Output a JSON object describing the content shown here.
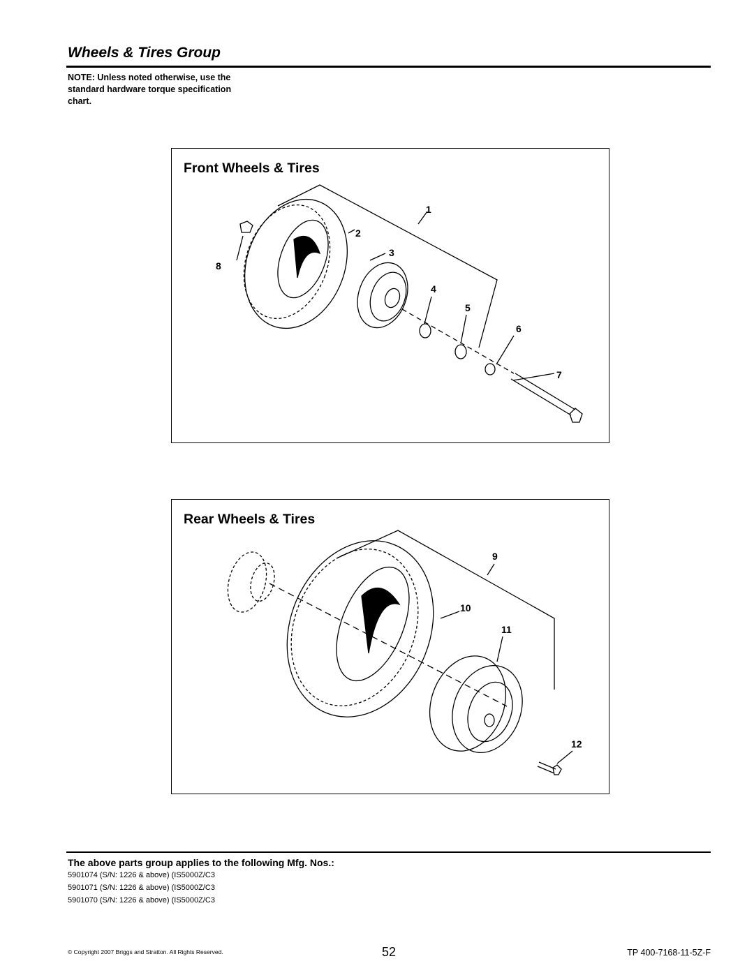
{
  "page": {
    "title": "Wheels & Tires Group",
    "note": "NOTE: Unless noted otherwise, use the standard hardware torque specification chart."
  },
  "front_panel": {
    "title": "Front Wheels & Tires",
    "callouts": [
      "1",
      "2",
      "3",
      "4",
      "5",
      "6",
      "7",
      "8"
    ]
  },
  "rear_panel": {
    "title": "Rear Wheels & Tires",
    "callouts": [
      "9",
      "10",
      "11",
      "12"
    ]
  },
  "applies": {
    "heading": "The above parts group applies to the following Mfg. Nos.:",
    "mfg_numbers": [
      "5901074 (S/N: 1226 & above) (IS5000Z/C3",
      "5901071 (S/N: 1226 & above) (IS5000Z/C3",
      "5901070 (S/N: 1226 & above) (IS5000Z/C3"
    ]
  },
  "footer": {
    "copyright": "© Copyright  2007 Briggs and Stratton. All Rights Reserved.",
    "page_number": "52",
    "doc_number": "TP 400-7168-11-5Z-F"
  }
}
